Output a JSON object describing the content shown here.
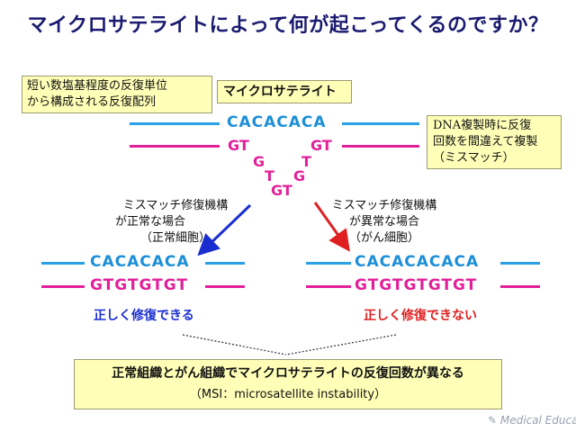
{
  "title": "マイクロサテライトによって何が起こってくるのですか？",
  "note_left": {
    "line1": "短い数塩基程度の反復単位",
    "line2": "から構成される反復配列"
  },
  "microsatellite_label": "マイクロサテライト",
  "note_right": {
    "line1_prefix": "DNA",
    "line1_rest": "複製時に反復",
    "line2": "回数を間違えて複製",
    "line3": "（ミスマッチ）"
  },
  "top_strand": "CACACACA",
  "loop_letters": [
    "GT",
    "GT",
    "G",
    "T",
    "T",
    "G",
    "GT"
  ],
  "left_branch": {
    "caption1": "ミスマッチ修復機構",
    "caption2": "が正常な場合",
    "caption3": "（正常細胞）",
    "top_seq": "CACACACA",
    "bottom_seq": "GTGTGTGT",
    "result": "正しく修復できる",
    "arrow_color": "#1a2ed0"
  },
  "right_branch": {
    "caption1": "ミスマッチ修復機構",
    "caption2": "が異常な場合",
    "caption3": "（がん細胞）",
    "top_seq": "CACACACACA",
    "bottom_seq": "GTGTGTGTGT",
    "result": "正しく修復できない",
    "arrow_color": "#e02020"
  },
  "conclusion": {
    "line1": "正常組織とがん組織でマイクロサテライトの反復回数が異なる",
    "line2": "（MSI：microsatellite instability）"
  },
  "logo_text": "Medical Education",
  "colors": {
    "title": "#1a1a70",
    "blue_strand": "#1c8fd8",
    "pink_strand": "#e2209a",
    "note_bg": "#ffffb8"
  }
}
